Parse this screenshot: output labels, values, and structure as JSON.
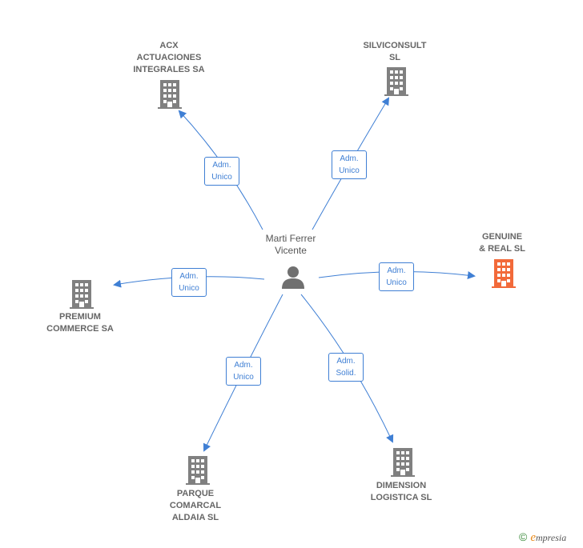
{
  "center": {
    "name_line1": "Marti Ferrer",
    "name_line2": "Vicente",
    "icon": "person-icon"
  },
  "companies": [
    {
      "id": "acx",
      "lines": [
        "ACX",
        "ACTUACIONES",
        "INTEGRALES SA"
      ],
      "color": "#808080",
      "icon": "building-icon"
    },
    {
      "id": "silviconsult",
      "lines": [
        "SILVICONSULT",
        "SL"
      ],
      "color": "#808080",
      "icon": "building-icon"
    },
    {
      "id": "genuine",
      "lines": [
        "GENUINE",
        "& REAL  SL"
      ],
      "color": "#f26a3a",
      "icon": "building-icon",
      "highlighted": true
    },
    {
      "id": "premium",
      "lines": [
        "PREMIUM",
        "COMMERCE SA"
      ],
      "color": "#808080",
      "icon": "building-icon"
    },
    {
      "id": "parque",
      "lines": [
        "PARQUE",
        "COMARCAL",
        "ALDAIA  SL"
      ],
      "color": "#808080",
      "icon": "building-icon"
    },
    {
      "id": "dimension",
      "lines": [
        "DIMENSION",
        "LOGISTICA  SL"
      ],
      "color": "#808080",
      "icon": "building-icon"
    }
  ],
  "relations": [
    {
      "to": "acx",
      "line1": "Adm.",
      "line2": "Unico"
    },
    {
      "to": "silviconsult",
      "line1": "Adm.",
      "line2": "Unico"
    },
    {
      "to": "genuine",
      "line1": "Adm.",
      "line2": "Unico"
    },
    {
      "to": "premium",
      "line1": "Adm.",
      "line2": "Unico"
    },
    {
      "to": "parque",
      "line1": "Adm.",
      "line2": "Unico"
    },
    {
      "to": "dimension",
      "line1": "Adm.",
      "line2": "Solid."
    }
  ],
  "colors": {
    "edge": "#3f7fd4",
    "node": "#808080",
    "highlight": "#f26a3a"
  },
  "footer": {
    "copyright": "©",
    "brand_initial": "e",
    "brand_rest": "mpresia"
  }
}
